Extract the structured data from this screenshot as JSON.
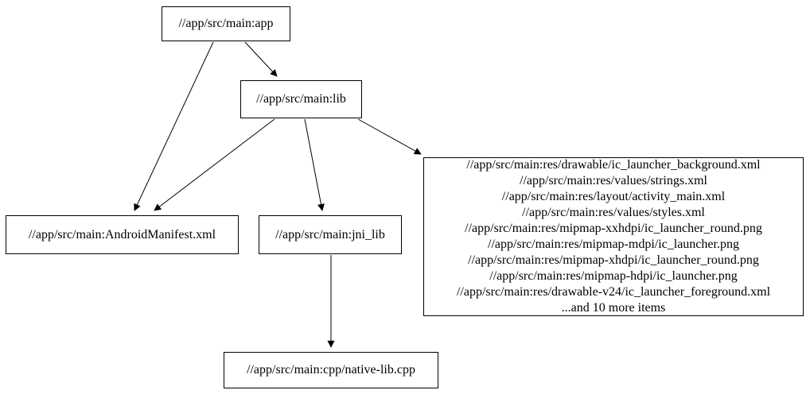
{
  "diagram": {
    "type": "dependency-graph",
    "colors": {
      "background": "#ffffff",
      "node_fill": "#ffffff",
      "node_border": "#000000",
      "edge": "#000000",
      "text": "#000000"
    },
    "nodes": {
      "app": {
        "label": "//app/src/main:app"
      },
      "lib": {
        "label": "//app/src/main:lib"
      },
      "manifest": {
        "label": "//app/src/main:AndroidManifest.xml"
      },
      "jni_lib": {
        "label": "//app/src/main:jni_lib"
      },
      "cpp": {
        "label": "//app/src/main:cpp/native-lib.cpp"
      },
      "resources": {
        "lines": [
          "//app/src/main:res/drawable/ic_launcher_background.xml",
          "//app/src/main:res/values/strings.xml",
          "//app/src/main:res/layout/activity_main.xml",
          "//app/src/main:res/values/styles.xml",
          "//app/src/main:res/mipmap-xxhdpi/ic_launcher_round.png",
          "//app/src/main:res/mipmap-mdpi/ic_launcher.png",
          "//app/src/main:res/mipmap-xhdpi/ic_launcher_round.png",
          "//app/src/main:res/mipmap-hdpi/ic_launcher.png",
          "//app/src/main:res/drawable-v24/ic_launcher_foreground.xml",
          "...and 10 more items"
        ]
      }
    },
    "edges": [
      {
        "from": "app",
        "to": "lib"
      },
      {
        "from": "app",
        "to": "manifest"
      },
      {
        "from": "lib",
        "to": "manifest"
      },
      {
        "from": "lib",
        "to": "jni_lib"
      },
      {
        "from": "lib",
        "to": "resources"
      },
      {
        "from": "jni_lib",
        "to": "cpp"
      }
    ]
  }
}
